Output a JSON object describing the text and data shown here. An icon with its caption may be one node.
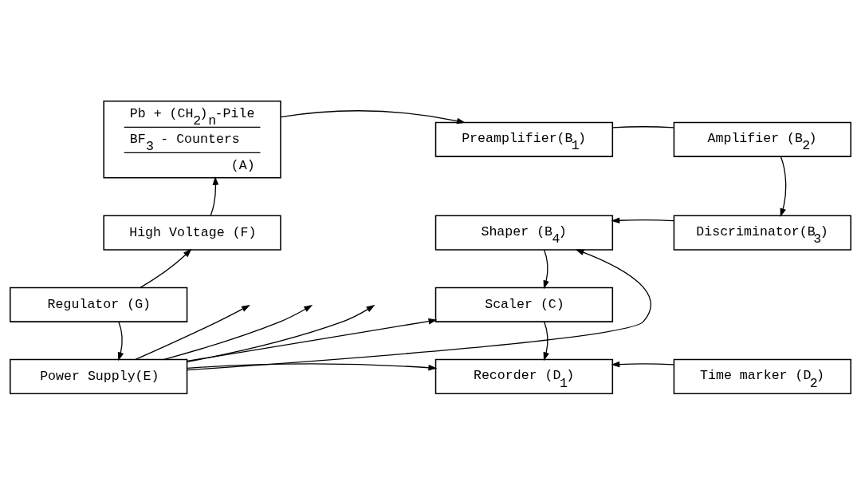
{
  "diagram": {
    "nodes": [
      {
        "text": [
          "Pb + (CH$_{2}$)$_{n}$-Pile",
          "BF$_{3}$ - Counters",
          "(A)"
        ]
      },
      {
        "text": [
          "Preamplifier(B$_{1}$)"
        ]
      },
      {
        "text": [
          "Amplifier (B$_{2}$)"
        ]
      },
      {
        "text": [
          "High Voltage (F)"
        ]
      },
      {
        "text": [
          "Shaper (B$_{4}$)"
        ]
      },
      {
        "text": [
          "Discriminator(B$_{3}$)"
        ]
      },
      {
        "text": [
          "Regulator (G)"
        ]
      },
      {
        "text": [
          "Scaler (C)"
        ]
      },
      {
        "text": [
          "Power Supply(E)"
        ]
      },
      {
        "text": [
          "Recorder (D$_{1}$)"
        ]
      },
      {
        "text": [
          "Time marker (D$_{2}$)"
        ]
      }
    ],
    "edges": [
      {
        "from": 0,
        "to": 1,
        "arrow": "to"
      },
      {
        "from": 1,
        "to": 2,
        "arrow": "none"
      },
      {
        "from": 2,
        "to": 5,
        "arrow": "to"
      },
      {
        "from": 5,
        "to": 4,
        "arrow": "to"
      },
      {
        "from": 4,
        "to": 7,
        "arrow": "to"
      },
      {
        "from": 7,
        "to": 9,
        "arrow": "to"
      },
      {
        "from": 10,
        "to": 9,
        "arrow": "to"
      },
      {
        "from": 3,
        "to": 0,
        "arrow": "to"
      },
      {
        "from": 6,
        "to": 3,
        "arrow": "to"
      },
      {
        "from": 6,
        "to": 8,
        "arrow": "to"
      },
      {
        "from": 8,
        "to": 4,
        "arrow": "to"
      },
      {
        "from": 8,
        "to": null,
        "arrow": "to"
      },
      {
        "from": 8,
        "to": 7,
        "arrow": "to"
      },
      {
        "from": 8,
        "to": null,
        "arrow": "to"
      },
      {
        "from": 8,
        "to": null,
        "arrow": "to"
      },
      {
        "from": 8,
        "to": 9,
        "arrow": "to"
      }
    ]
  }
}
